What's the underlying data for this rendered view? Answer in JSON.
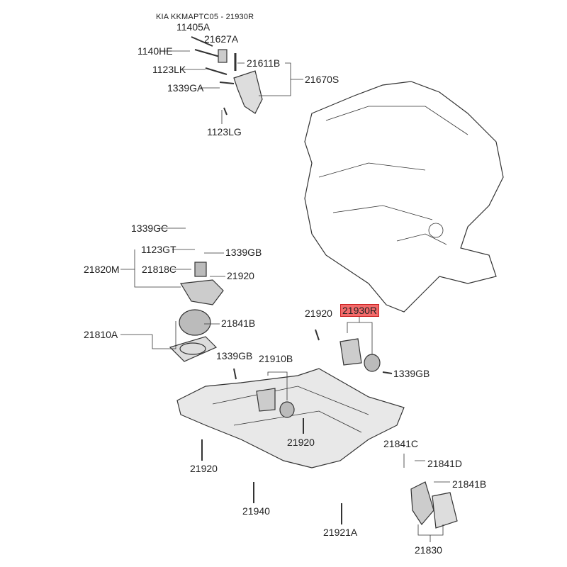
{
  "title": "KIA KKMAPTC05 - 21930R",
  "highlight_color": "#f26a6a",
  "labels": {
    "l11405A": "11405A",
    "l21627A": "21627A",
    "l1140HE": "1140HE",
    "l21611B": "21611B",
    "l1123LK": "1123LK",
    "l21670S": "21670S",
    "l1339GA": "1339GA",
    "l1123LG": "1123LG",
    "l1339GC": "1339GC",
    "l1123GT": "1123GT",
    "l1339GB_a": "1339GB",
    "l21820M": "21820M",
    "l21818C": "21818C",
    "l21920_a": "21920",
    "l21841B_a": "21841B",
    "l21810A": "21810A",
    "l21920_b": "21920",
    "l21930R": "21930R",
    "l1339GB_b": "1339GB",
    "l21910B": "21910B",
    "l1339GB_c": "1339GB",
    "l21920_c": "21920",
    "l21841C": "21841C",
    "l21920_d": "21920",
    "l21841D": "21841D",
    "l21841B_b": "21841B",
    "l21940": "21940",
    "l21921A": "21921A",
    "l21830": "21830"
  }
}
